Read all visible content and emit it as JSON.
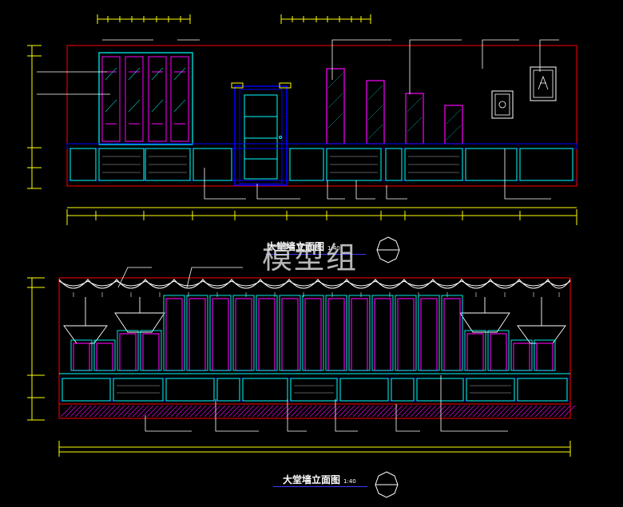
{
  "drawing": {
    "top_elevation": {
      "title": "大堂墙立面图",
      "scale": "1:40"
    },
    "bottom_elevation": {
      "title": "大堂墙立面图",
      "scale": "1:40"
    }
  },
  "watermark": {
    "text": "模型组"
  },
  "colors": {
    "background": "#000000",
    "wall_outline": "#ff0000",
    "cabinet": "#00ffff",
    "glass_panel": "#ff00ff",
    "door": "#0000ff",
    "dimension": "#ffff00",
    "leader": "#ffffff"
  }
}
